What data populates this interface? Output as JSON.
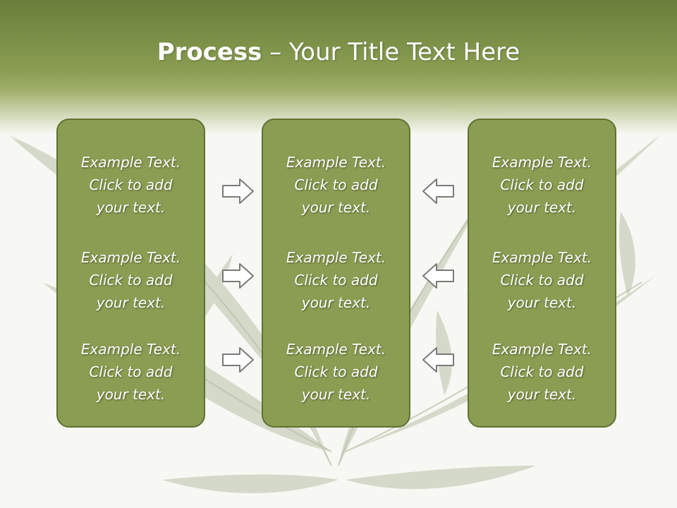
{
  "slide": {
    "title_bold": "Process",
    "title_rest": " – Your Title Text Here"
  },
  "panels": {
    "left": {
      "items": [
        {
          "line1": "Example Text.",
          "line2": "Click  to add",
          "line3": "your text."
        },
        {
          "line1": "Example Text.",
          "line2": "Click  to add",
          "line3": "your text."
        },
        {
          "line1": "Example Text.",
          "line2": "Click  to add",
          "line3": "your text."
        }
      ]
    },
    "middle": {
      "items": [
        {
          "line1": "Example Text.",
          "line2": "Click  to add",
          "line3": "your text."
        },
        {
          "line1": "Example Text.",
          "line2": "Click  to add",
          "line3": "your text."
        },
        {
          "line1": "Example Text.",
          "line2": "Click  to add",
          "line3": "your text."
        }
      ]
    },
    "right": {
      "items": [
        {
          "line1": "Example Text.",
          "line2": "Click  to add",
          "line3": "your text."
        },
        {
          "line1": "Example Text.",
          "line2": "Click  to add",
          "line3": "your text."
        },
        {
          "line1": "Example Text.",
          "line2": "Click  to add",
          "line3": "your text."
        }
      ]
    }
  },
  "arrows": {
    "left_to_middle": "right-arrow-icon",
    "right_to_middle": "left-arrow-icon"
  },
  "colors": {
    "header_dark": "#687e3a",
    "panel_fill": "#8a9d52",
    "panel_border": "#5f7131",
    "background": "#f7f8f3"
  }
}
